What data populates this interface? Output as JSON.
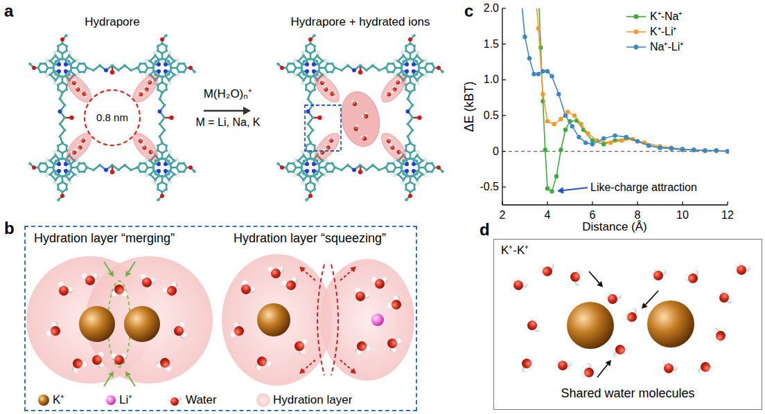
{
  "diagram": {
    "nodes": [
      {
        "text": [
          "0.8 nm"
        ]
      },
      {
        "text": [
          "Hydration layer “merging”",
          "Hydration layer “squeezing”"
        ]
      },
      {
        "text": [
          "K⁺-K⁺",
          "Shared water molecules"
        ]
      }
    ],
    "labels": [
      "a",
      "Hydrapore",
      "Hydrapore + hydrated ions",
      "M(H₂O)ₙ⁺",
      "M = Li, Na, K",
      "b",
      "c",
      "2.0",
      "1.5",
      "1.0",
      "0.5",
      "0",
      "-0.5",
      "2",
      "4",
      "6",
      "8",
      "10",
      "12",
      "ΔE (kBT)",
      "Distance (Å)",
      "Like-charge attraction",
      "d"
    ],
    "legend": [
      {
        "text": "K⁺"
      },
      {
        "text": "Li⁺"
      },
      {
        "text": "Water"
      },
      {
        "text": "Hydration layer"
      },
      {
        "text": "K⁺-Na⁺"
      },
      {
        "text": "K⁺-Li⁺"
      },
      {
        "text": "Na⁺-Li⁺"
      }
    ]
  }
}
